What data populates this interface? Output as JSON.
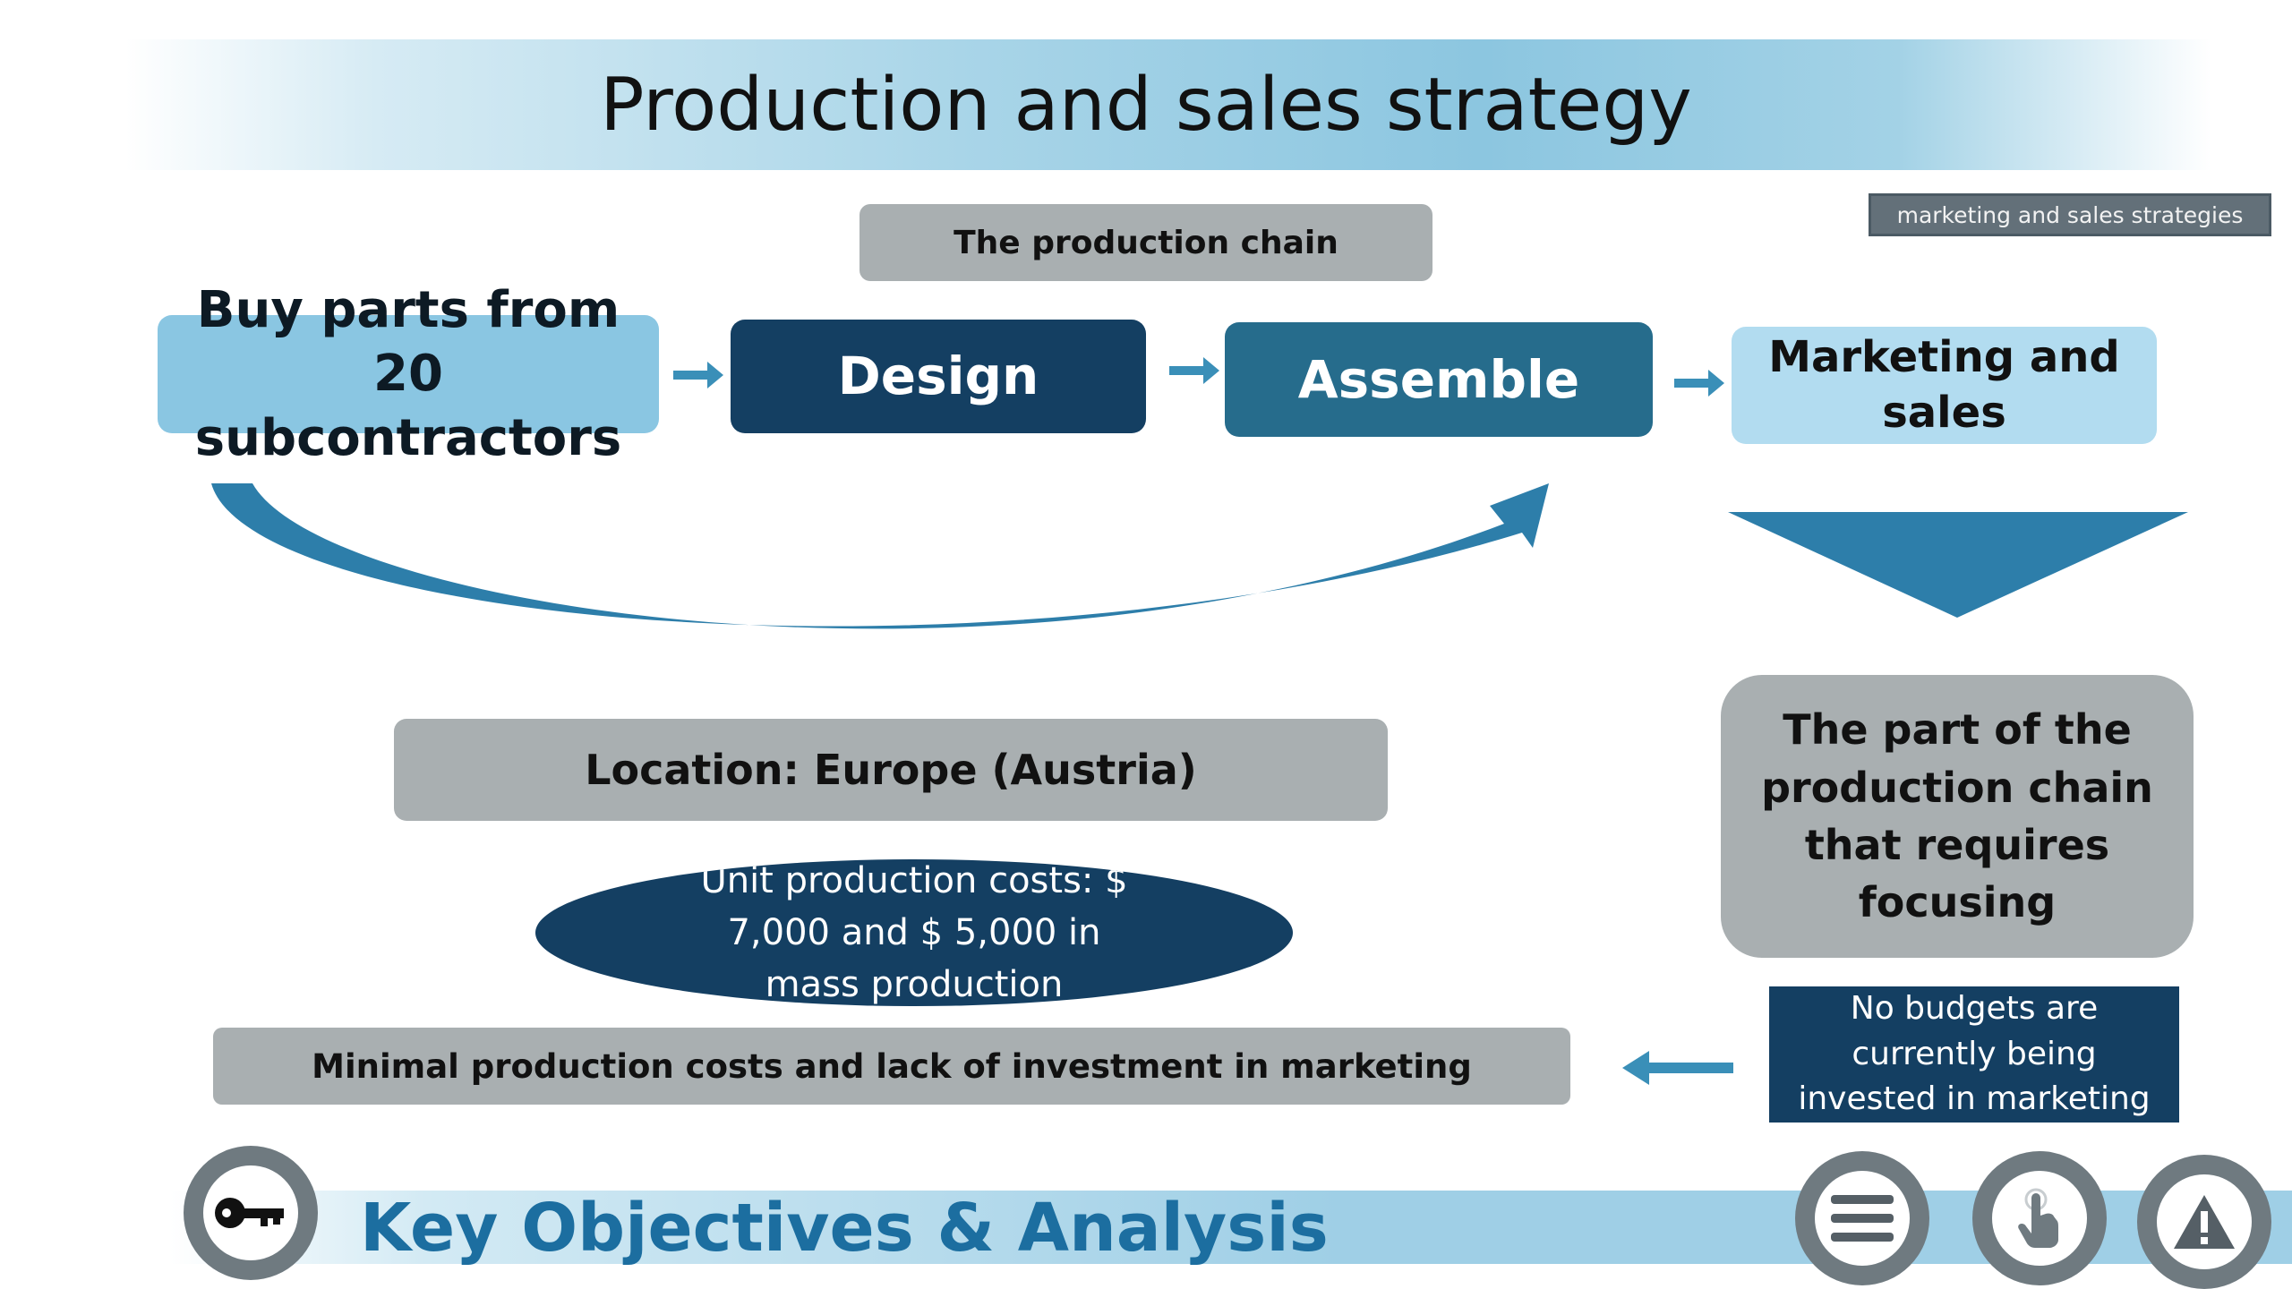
{
  "header": {
    "title": "Production and sales strategy"
  },
  "tag": {
    "label": "marketing and sales strategies"
  },
  "chain": {
    "label": "The production chain",
    "steps": [
      {
        "label": "Buy parts from 20 subcontractors"
      },
      {
        "label": "Design"
      },
      {
        "label": "Assemble"
      },
      {
        "label": "Marketing and sales"
      }
    ]
  },
  "location": "Location: Europe (Austria)",
  "unit_cost": "Unit production costs: $ 7,000 and $ 5,000 in mass production",
  "focus": "The part of the production chain that requires focusing",
  "budget": "No budgets are currently being invested in marketing",
  "minimal": "Minimal production costs and lack of investment in marketing",
  "footer": {
    "title": "Key Objectives & Analysis"
  },
  "icons": [
    "key-icon",
    "menu-icon",
    "touch-icon",
    "warning-icon"
  ],
  "colors": {
    "dark_navy": "#143f62",
    "teal": "#266c8c",
    "light_blue": "#8ac6e2",
    "pale_blue": "#b2dcf0",
    "grey_box": "#a9afb1",
    "arrow_blue": "#3a8fb8",
    "footer_text": "#1c6ea0"
  }
}
